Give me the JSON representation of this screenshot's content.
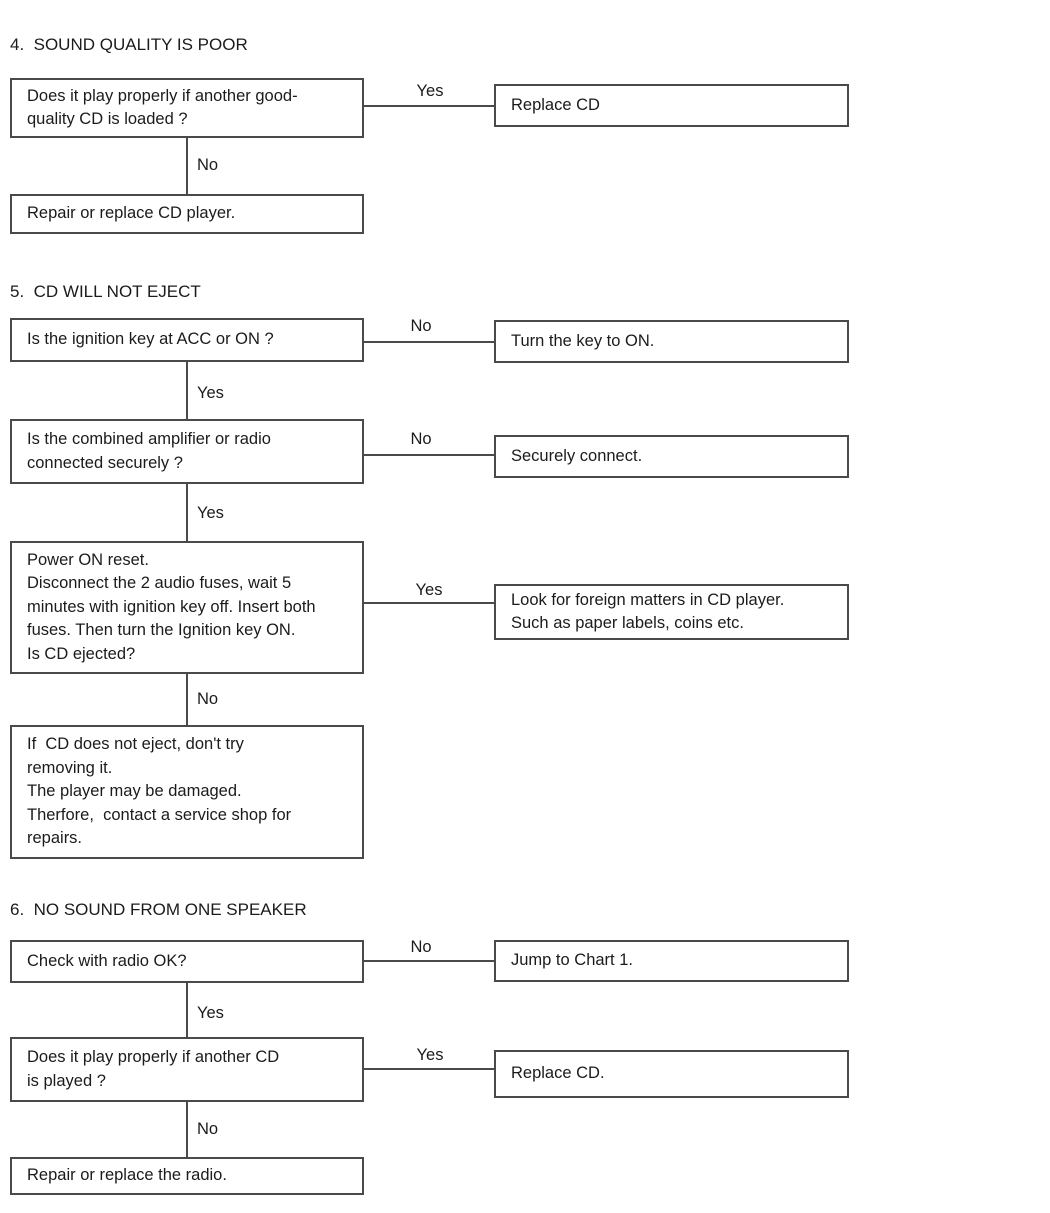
{
  "colors": {
    "background": "#ffffff",
    "line": "#4a4a4a",
    "text": "#1b1b1b"
  },
  "edge_labels": {
    "yes": "Yes",
    "no": "No"
  },
  "sections": {
    "s4": {
      "title": "4.  SOUND QUALITY IS POOR",
      "q1": "Does it play properly if another good-\nquality CD is loaded ?",
      "q1_yes_action": "Replace CD",
      "q1_no_action": "Repair or replace CD player."
    },
    "s5": {
      "title": "5.  CD WILL NOT EJECT",
      "q1": "Is the ignition key at ACC or ON ?",
      "q1_no_action": "Turn the key to ON.",
      "q2": "Is the combined amplifier or radio\nconnected securely ?",
      "q2_no_action": "Securely connect.",
      "q3": "Power ON reset.\nDisconnect the 2 audio fuses, wait 5\nminutes with ignition key off. Insert both\nfuses. Then turn the Ignition key ON.\nIs CD ejected?",
      "q3_yes_action": "Look for foreign matters in CD player.\nSuch as paper labels, coins etc.",
      "q3_no_action": "If  CD does not eject, don't try\nremoving it.\nThe player may be damaged.\nTherfore,  contact a service shop for\nrepairs."
    },
    "s6": {
      "title": "6.  NO SOUND FROM ONE SPEAKER",
      "q1": "Check with radio OK?",
      "q1_no_action": "Jump to Chart 1.",
      "q2": "Does it play properly if another CD\nis played ?",
      "q2_yes_action": "Replace CD.",
      "q2_no_action": "Repair or replace the radio."
    }
  }
}
